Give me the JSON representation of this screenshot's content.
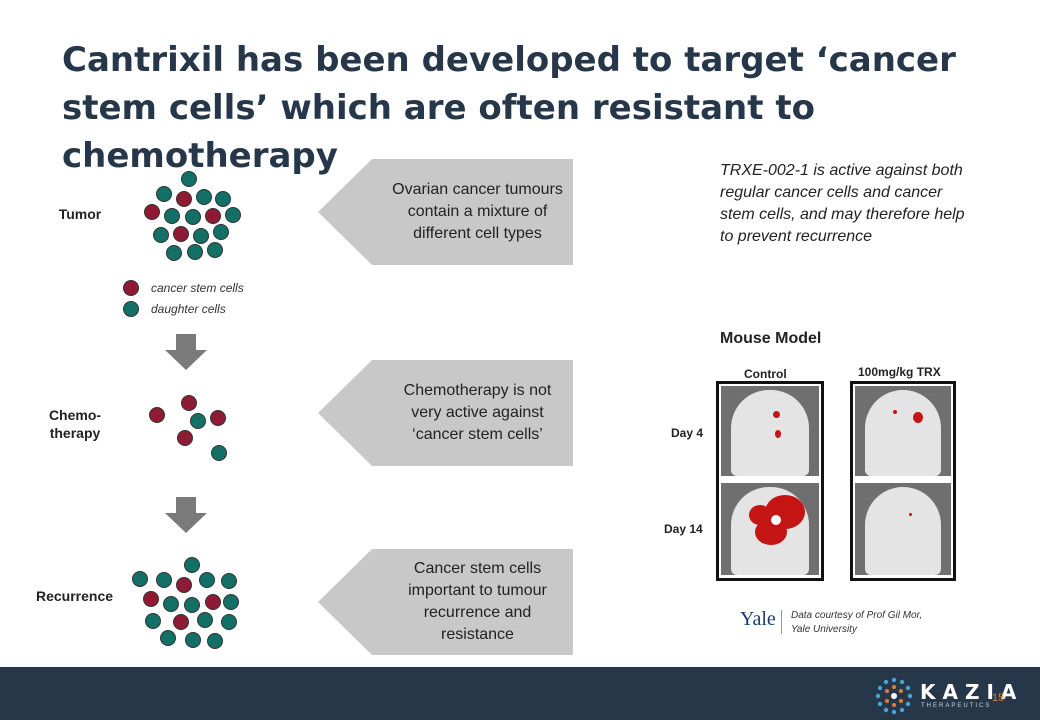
{
  "title": "Cantrixil has been developed to target ‘cancer stem cells’ which are often resistant to chemotherapy",
  "rows": {
    "tumor": "Tumor",
    "chemo_line1": "Chemo-",
    "chemo_line2": "therapy",
    "recurrence": "Recurrence"
  },
  "legend": {
    "stem": "cancer stem cells",
    "daughter": "daughter cells"
  },
  "callouts": [
    "Ovarian cancer tumours contain a mixture of different cell types",
    "Chemotherapy is not very active against ‘cancer stem cells’",
    "Cancer stem cells important to tumour recurrence and resistance"
  ],
  "side_note": "TRXE-002-1 is active against both regular cancer cells and cancer stem cells, and may therefore help to prevent recurrence",
  "mouse_model": {
    "title": "Mouse Model",
    "col_control": "Control",
    "col_trx": "100mg/kg TRX",
    "day4": "Day 4",
    "day14": "Day 14"
  },
  "credit": {
    "yale_logo": "Yale",
    "text": "Data courtesy of Prof Gil Mor, Yale University"
  },
  "footer": {
    "brand": "KAZIA",
    "brand_sub": "THERAPEUTICS",
    "slide_number": "15"
  },
  "colors": {
    "title": "#26374a",
    "stem_cell": "#8e1a33",
    "daughter_cell": "#137066",
    "callout": "#c8c8c8",
    "footer": "#26374a"
  },
  "icons": {
    "arrow": "down-arrow-icon",
    "logo": "kazia-logo-icon"
  }
}
